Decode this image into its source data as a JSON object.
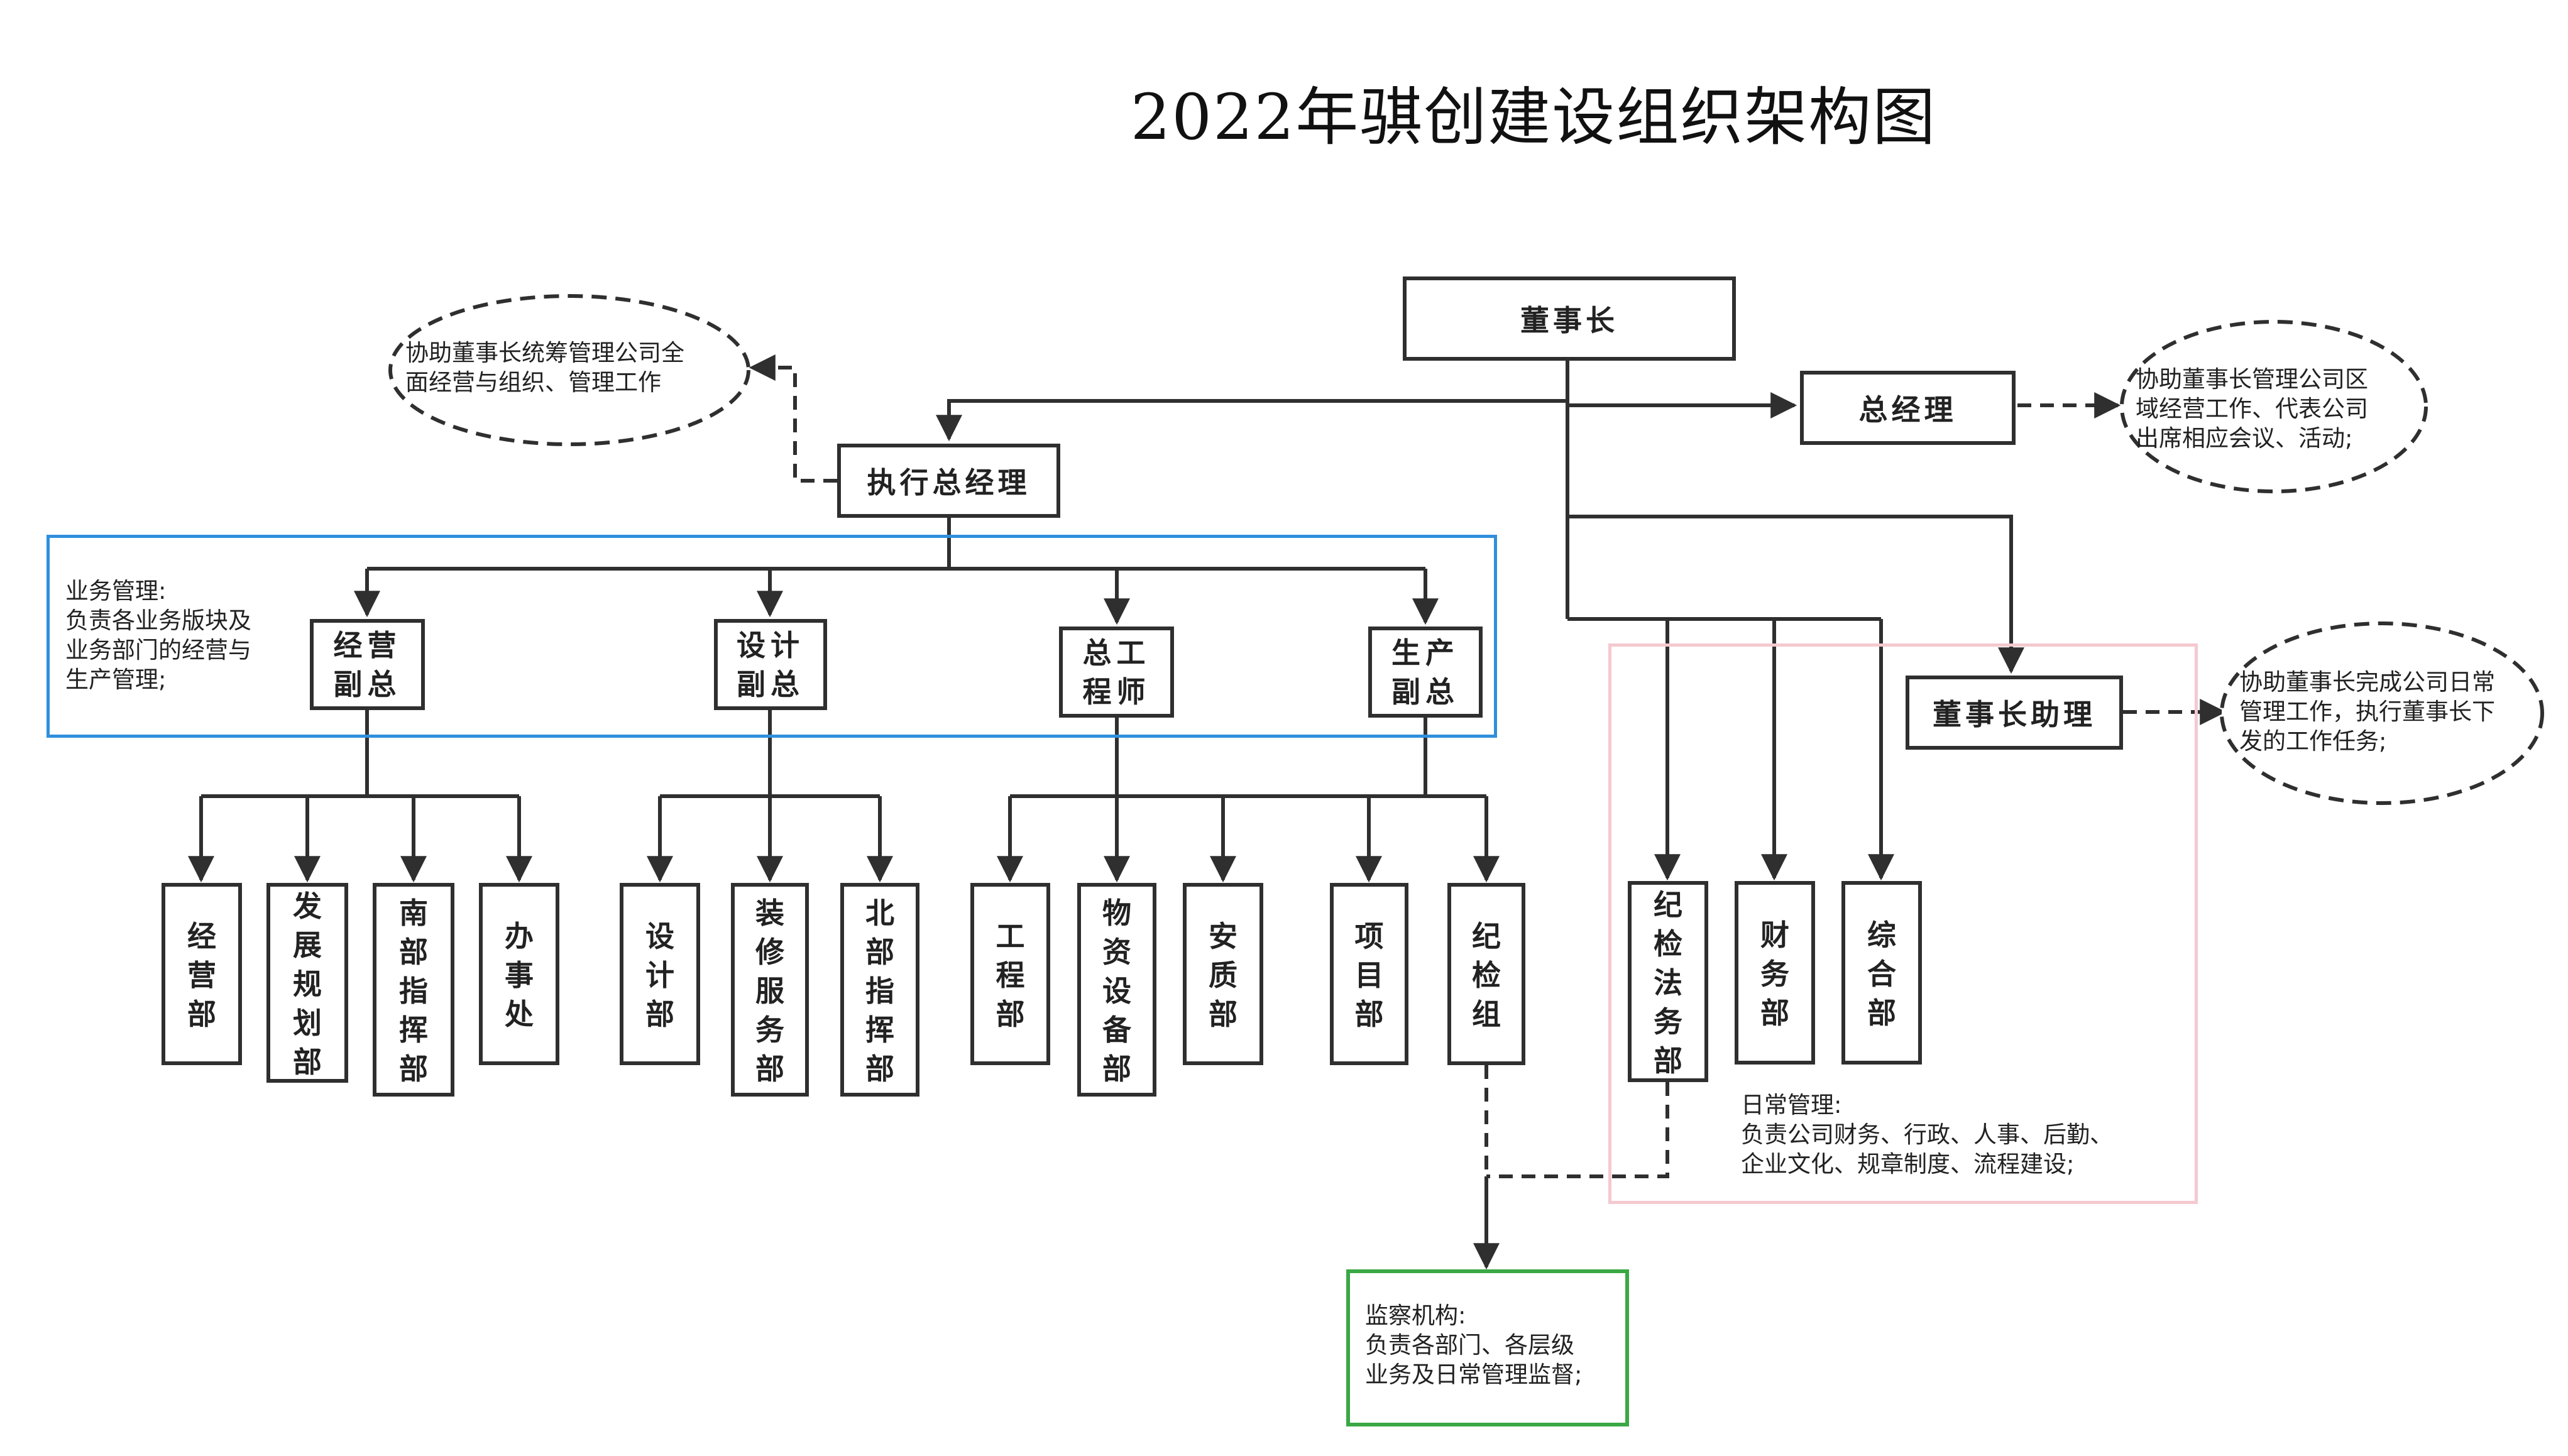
{
  "title": "2022年骐创建设组织架构图",
  "nodes": {
    "chairman": "董事长",
    "general_manager": "总经理",
    "executive_gm": "执行总经理",
    "chairman_assistant": "董事长助理",
    "vp_operations": "经营\n副总",
    "vp_design": "设计\n副总",
    "chief_engineer": "总工\n程师",
    "vp_production": "生产\n副总",
    "dept_operations": "经\n营\n部",
    "dept_development": "发\n展\n规\n划\n部",
    "dept_south_command": "南\n部\n指\n挥\n部",
    "dept_office": "办\n事\n处",
    "dept_design": "设\n计\n部",
    "dept_decoration": "装\n修\n服\n务\n部",
    "dept_north_command": "北\n部\n指\n挥\n部",
    "dept_engineering": "工\n程\n部",
    "dept_materials": "物\n资\n设\n备\n部",
    "dept_safety": "安\n质\n部",
    "dept_project": "项\n目\n部",
    "dept_discipline_group": "纪\n检\n组",
    "dept_discipline_legal": "纪\n检\n法\n务\n部",
    "dept_finance": "财\n务\n部",
    "dept_general": "综\n合\n部"
  },
  "notes": {
    "executive_gm_note": "协助董事长统筹管理公司全\n面经营与组织、管理工作",
    "general_manager_note": "协助董事长管理公司区\n域经营工作、代表公司\n出席相应会议、活动;",
    "assistant_note": "协助董事长完成公司日常\n管理工作，执行董事长下\n发的工作任务;",
    "business_management": "业务管理:\n负责各业务版块及\n业务部门的经营与\n生产管理;",
    "daily_management": "  日常管理:\n    负责公司财务、行政、人事、后勤、\n企业文化、规章制度、流程建设;",
    "supervision": "监察机构:\n负责各部门、各层级\n业务及日常管理监督;"
  },
  "colors": {
    "line": "#2f2f2f",
    "business_frame": "#2f8fdc",
    "daily_frame": "#f4c9cf",
    "supervision_frame": "#3aa845"
  }
}
